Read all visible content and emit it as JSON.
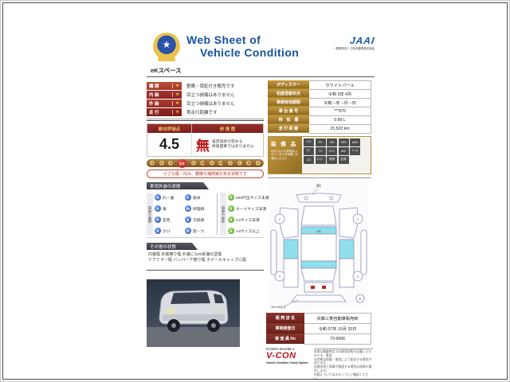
{
  "theme": {
    "title_blue": "#1652a0",
    "maroon": "#8b1f1f",
    "gold": "#b08a2e",
    "star_yellow": "#ffcc33",
    "repair_red": "#c11212",
    "panel_cyan": "#8fe0ec"
  },
  "header": {
    "title_line1": "Web Sheet of",
    "title_line2": "Vehicle Condition",
    "jaai_logo": "JAAI",
    "jaai_subtext": "一般財団法人 日本自動車査定協会",
    "emblem_icon": "★",
    "model_name": "eKスペース"
  },
  "ratings": {
    "rows": [
      {
        "label": "機 関",
        "star": "★",
        "desc": "整備・保証付き販売です"
      },
      {
        "label": "内 装",
        "star": "★",
        "desc": "目立つ損傷はありません"
      },
      {
        "label": "外 装",
        "star": "★",
        "desc": "目立つ損傷はありません"
      },
      {
        "label": "走 行",
        "star": "★",
        "desc": "実走行距離です"
      }
    ]
  },
  "evaluation": {
    "score_header": "総合評価点",
    "repair_header": "修 復 歴",
    "score": "4.5",
    "repair_value": "無",
    "repair_note1": "査定協会が定める",
    "repair_note2": "修復歴車ではありません",
    "scale": [
      "S",
      "6",
      "5",
      "4.5",
      "4",
      "3.5",
      "3",
      "2.5",
      "2",
      "1",
      "R",
      "0"
    ],
    "scale_selected": "4.5",
    "score_note": "小さな傷・凹み、軽微な補修跡がある状態です"
  },
  "specs": {
    "rows": [
      {
        "label": "ボディカラー",
        "value": "ホワイトパール"
      },
      {
        "label": "初度登録年月",
        "value": "令和 3年 4月"
      },
      {
        "label": "車検有効期限",
        "value": "令和 --年 --月 --日"
      },
      {
        "label": "車 台 番 号",
        "value": "***970"
      },
      {
        "label": "排　気　量",
        "value": "0.66 L"
      },
      {
        "label": "走 行 距 離",
        "value": "15,522 km"
      }
    ]
  },
  "equipment": {
    "title": "装 備 品",
    "note": "※おクルマの詳細はスタッフまでお気軽にお尋ねください",
    "badges": [
      "ｴｱｺﾝ",
      "PS",
      "PW",
      "SRS",
      "ABS",
      "ﾅﾋﾞ",
      "TV",
      "ETC",
      "AW",
      "ｷｰﾚｽ",
      "CD",
      "ｽﾗｲﾄﾞ",
      "禁煙",
      "記録"
    ]
  },
  "exterior": {
    "section_title": "車両外装の状態",
    "type_label": "損傷の種類",
    "degree_label": "損傷の程度",
    "types_col1": [
      {
        "code": "U",
        "label": "凹・曲"
      },
      {
        "code": "A",
        "label": "傷"
      },
      {
        "code": "P",
        "label": "変色"
      },
      {
        "code": "S",
        "label": "さび"
      }
    ],
    "types_col2": [
      {
        "code": "C",
        "label": "腐食"
      },
      {
        "code": "W",
        "label": "修理跡"
      },
      {
        "code": "X",
        "label": "交換跡"
      },
      {
        "code": "H",
        "label": "割・穴"
      }
    ],
    "degrees": [
      {
        "code": "1",
        "label": "500円玉サイズ未満"
      },
      {
        "code": "2",
        "label": "カードサイズ未満"
      },
      {
        "code": "3",
        "label": "A4サイズ未満"
      },
      {
        "code": "4",
        "label": "A4サイズ以上"
      }
    ]
  },
  "other": {
    "section_title": "その他の状態",
    "line1": "内装傷 外装擦り傷 外装に1cm未満の塗傷",
    "line2": "ドアミラー傷 バンパー下擦り傷 ホイールキャップに傷"
  },
  "diagram": {
    "front_label": "A1",
    "roof_label": "A1",
    "rear_label": "10×10以上",
    "corner_label": "K",
    "wheel_marks": [
      "2",
      "2",
      "3",
      "3"
    ]
  },
  "sales": {
    "rows": [
      {
        "label": "販 売 店 名",
        "value": "兵庫三菱自動車販売㈱"
      },
      {
        "label": "車両検査日",
        "value": "令和 07年 10月 20日"
      },
      {
        "label": "検 査 員 No",
        "value": "73-9006"
      }
    ]
  },
  "footer": {
    "serial": "N73001-001296-1",
    "vcon": "V-CON",
    "vcon_sub": "Vehicle Condition Check System",
    "disclaimer": [
      "本書は検査時点での車両状態を記載したものです。車両",
      "の状態は保管・使用により変化する場合があります。",
      "記載内容と現車が相違する場合は現車を優先します。",
      "内容についてはスタッフにご確認ください。"
    ]
  }
}
